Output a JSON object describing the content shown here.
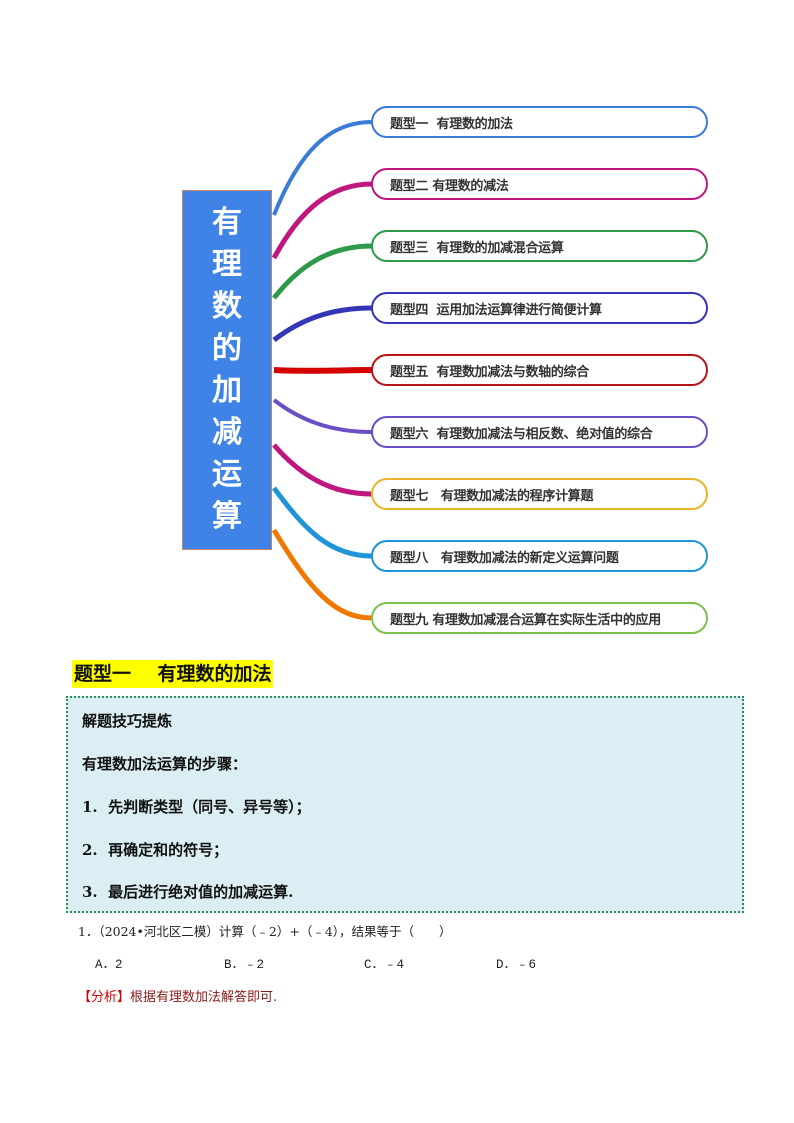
{
  "mindmap": {
    "center_title": [
      "有",
      "理",
      "数",
      "的",
      "加",
      "减",
      "运",
      "算"
    ],
    "center_color": "#3f83e6",
    "topics": [
      {
        "label": "题型一  有理数的加法",
        "color": "#3a7bd5"
      },
      {
        "label": "题型二 有理数的减法",
        "color": "#c0177f"
      },
      {
        "label": "题型三  有理数的加减混合运算",
        "color": "#2e9a49"
      },
      {
        "label": "题型四  运用加法运算律进行简便计算",
        "color": "#3535b8"
      },
      {
        "label": "题型五  有理数加减法与数轴的综合",
        "color": "#b81414"
      },
      {
        "label": "题型六  有理数加减法与相反数、绝对值的综合",
        "color": "#6a4fc4"
      },
      {
        "label": "题型七   有理数加减法的程序计算题",
        "color": "#e8b625"
      },
      {
        "label": "题型八   有理数加减法的新定义运算问题",
        "color": "#1f95d8"
      },
      {
        "label": "题型九 有理数加减混合运算在实际生活中的应用",
        "color": "#7cc04c"
      }
    ]
  },
  "section": {
    "title": "题型一    有理数的加法",
    "highlight_color": "#ffff00"
  },
  "tips": {
    "heading": "解题技巧提炼",
    "intro": "有理数加法运算的步骤：",
    "steps": [
      "1.  先判断类型（同号、异号等）；",
      "2.  再确定和的符号；",
      "3.  最后进行绝对值的加减运算."
    ]
  },
  "question": {
    "stem": "1．（2024•河北区二模）计算（﹣2）+（﹣4），结果等于（　　）",
    "options": [
      "A．2",
      "B．﹣2",
      "C．﹣4",
      "D．﹣6"
    ],
    "analysis_tag": "【分析】",
    "analysis_text": "根据有理数加法解答即可."
  }
}
